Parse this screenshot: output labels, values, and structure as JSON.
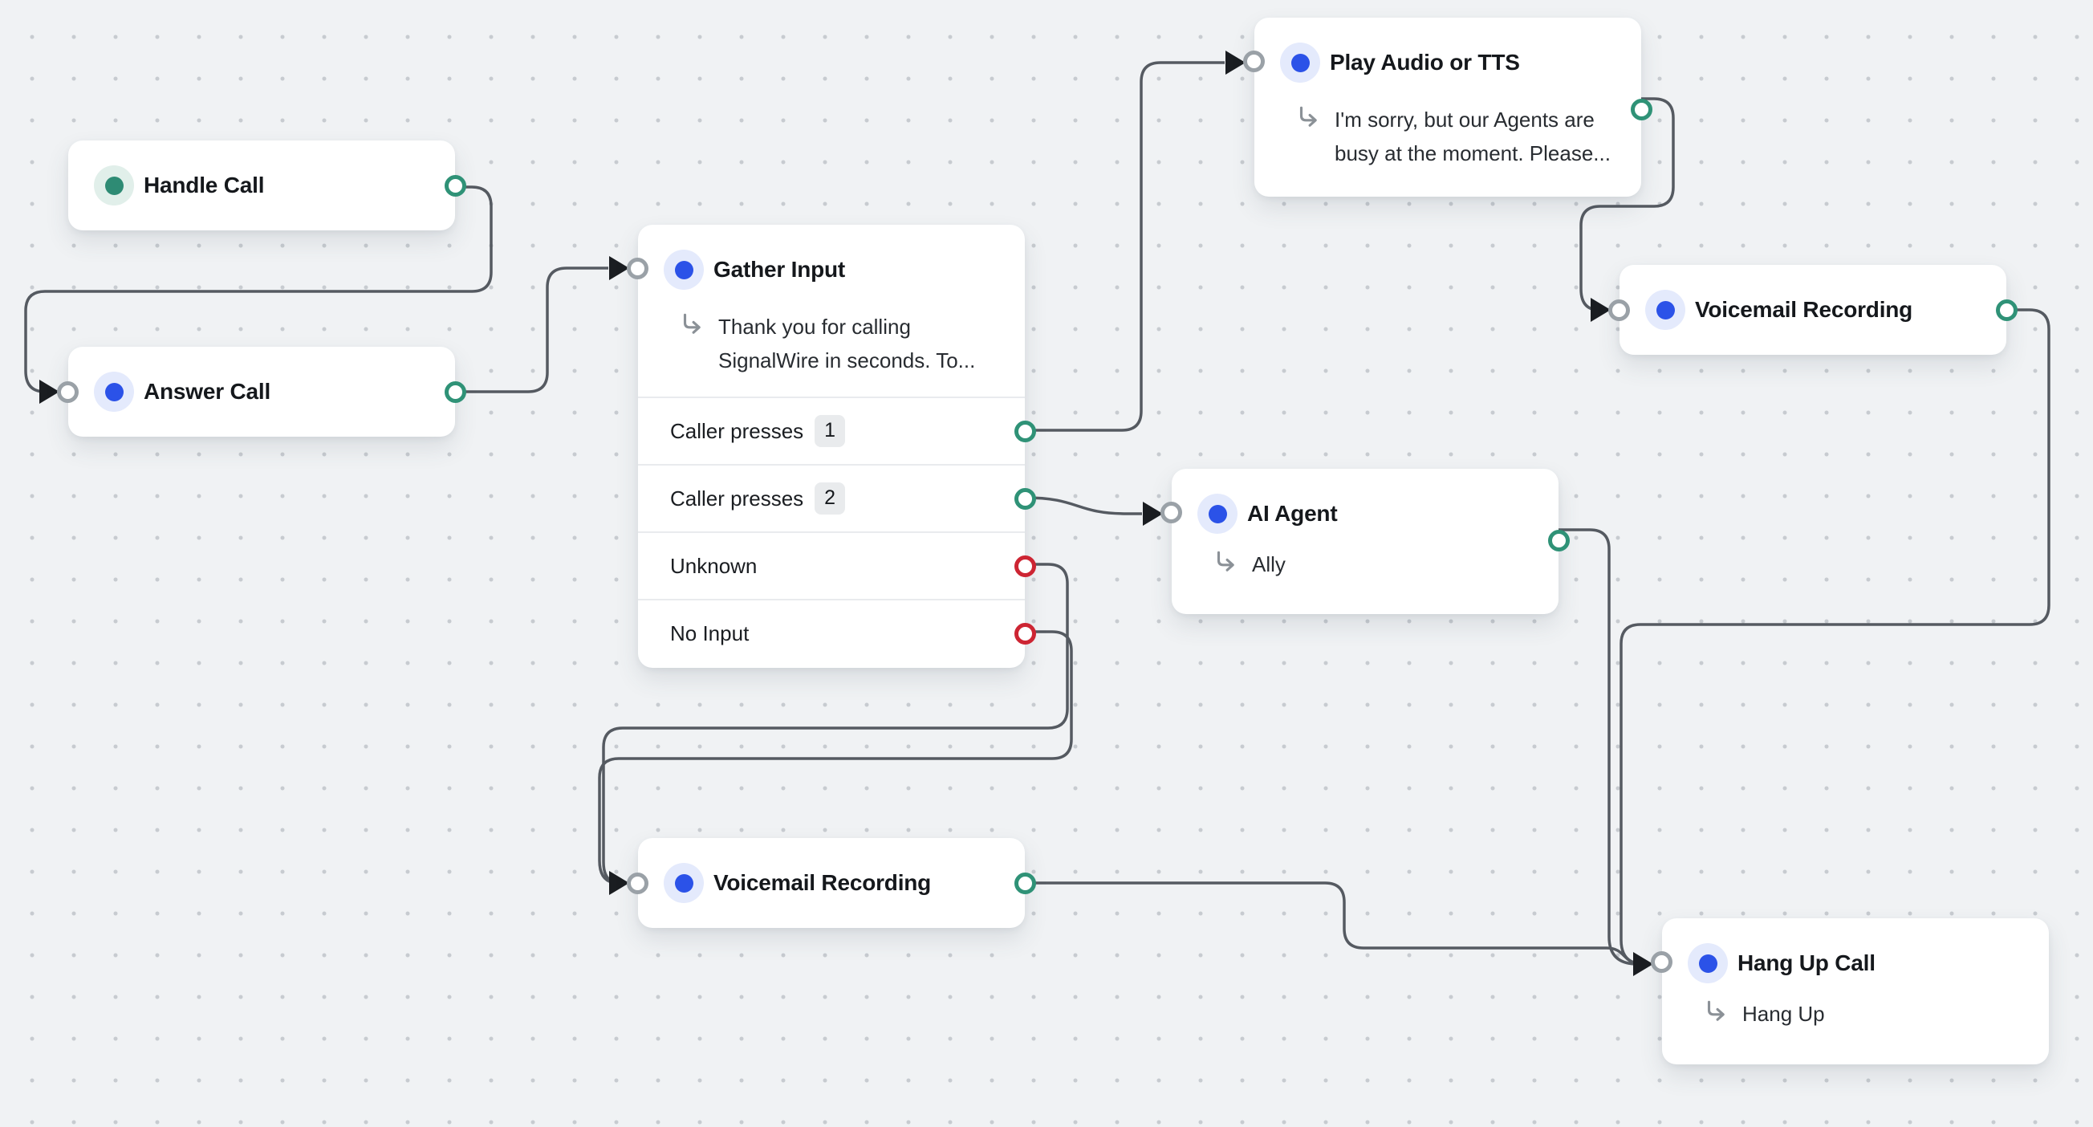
{
  "canvas": {
    "background": "#f0f2f4",
    "dot_color": "#c7cbd0",
    "wire_color": "#555a61"
  },
  "port_colors": {
    "success": "#2f9277",
    "error": "#cd2533",
    "input": "#9aa1a7"
  },
  "icon_colors": {
    "blue": "#2b52e8",
    "teal": "#2e8b74"
  },
  "nodes": {
    "handle_call": {
      "title": "Handle Call",
      "icon": "teal-dot-icon"
    },
    "answer_call": {
      "title": "Answer Call",
      "icon": "blue-dot-icon"
    },
    "gather_input": {
      "title": "Gather Input",
      "icon": "blue-dot-icon",
      "description": "Thank you for calling SignalWire in seconds. To...",
      "branches": [
        {
          "label": "Caller presses",
          "badge": "1",
          "status": "success"
        },
        {
          "label": "Caller presses",
          "badge": "2",
          "status": "success"
        },
        {
          "label": "Unknown",
          "status": "error"
        },
        {
          "label": "No Input",
          "status": "error"
        }
      ]
    },
    "play_audio": {
      "title": "Play Audio or TTS",
      "icon": "blue-dot-icon",
      "description": "I'm sorry, but our Agents are busy at the moment. Please..."
    },
    "voicemail_right": {
      "title": "Voicemail Recording",
      "icon": "blue-dot-icon"
    },
    "ai_agent": {
      "title": "AI Agent",
      "icon": "blue-dot-icon",
      "description": "Ally"
    },
    "voicemail_bottom": {
      "title": "Voicemail Recording",
      "icon": "blue-dot-icon"
    },
    "hang_up_call": {
      "title": "Hang Up Call",
      "icon": "blue-dot-icon",
      "description": "Hang Up"
    }
  },
  "edges": [
    {
      "from": "handle_call",
      "to": "answer_call"
    },
    {
      "from": "answer_call",
      "to": "gather_input"
    },
    {
      "from": "gather_input",
      "branch": "Caller presses 1",
      "to": "play_audio"
    },
    {
      "from": "gather_input",
      "branch": "Caller presses 2",
      "to": "ai_agent"
    },
    {
      "from": "gather_input",
      "branch": "Unknown",
      "to": "voicemail_bottom"
    },
    {
      "from": "gather_input",
      "branch": "No Input",
      "to": "voicemail_bottom"
    },
    {
      "from": "play_audio",
      "to": "voicemail_right"
    },
    {
      "from": "voicemail_right",
      "to": "hang_up_call"
    },
    {
      "from": "ai_agent",
      "to": "hang_up_call"
    },
    {
      "from": "voicemail_bottom",
      "to": "hang_up_call"
    }
  ]
}
